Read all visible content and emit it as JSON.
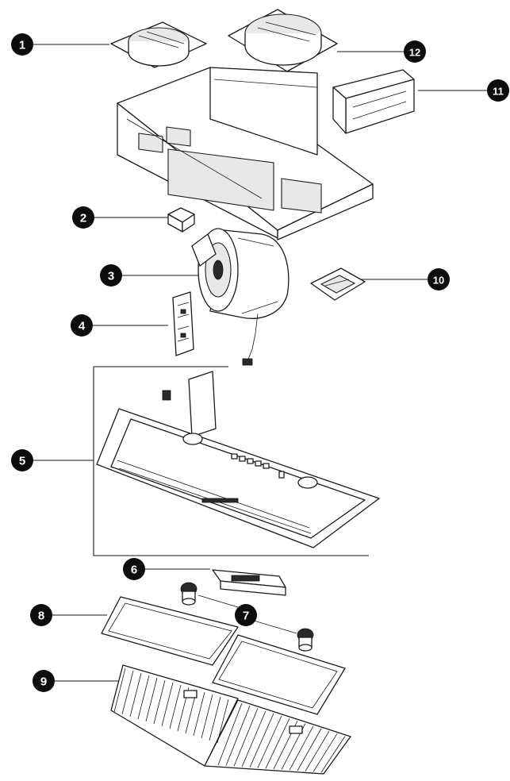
{
  "callouts": [
    {
      "id": "1",
      "label": "1"
    },
    {
      "id": "2",
      "label": "2"
    },
    {
      "id": "3",
      "label": "3"
    },
    {
      "id": "4",
      "label": "4"
    },
    {
      "id": "5",
      "label": "5"
    },
    {
      "id": "6",
      "label": "6"
    },
    {
      "id": "7",
      "label": "7"
    },
    {
      "id": "8",
      "label": "8"
    },
    {
      "id": "9",
      "label": "9"
    },
    {
      "id": "10",
      "label": "10"
    },
    {
      "id": "11",
      "label": "11"
    },
    {
      "id": "12",
      "label": "12"
    }
  ],
  "colors": {
    "ink": "#1a1a1a",
    "badge": "#0d0d0d",
    "badge_text": "#ffffff",
    "background": "#ffffff"
  }
}
